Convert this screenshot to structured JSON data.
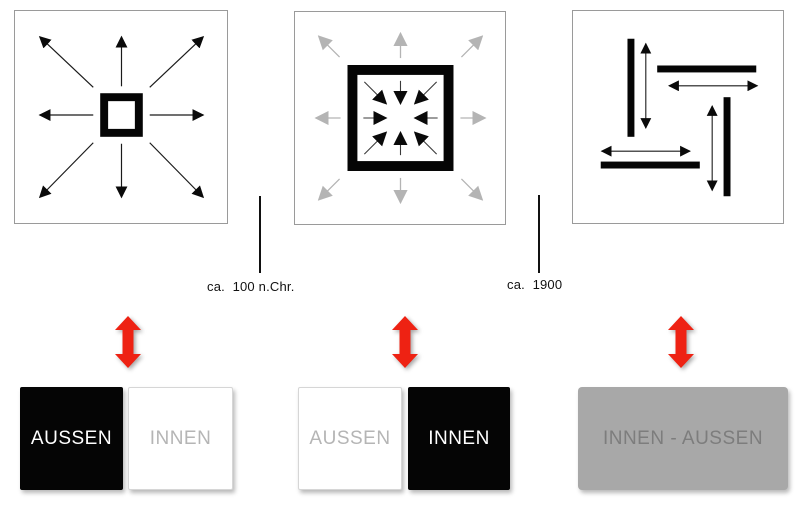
{
  "colors": {
    "red": "#ee2213",
    "black": "#000000",
    "gray-arrow": "#b4b4b4",
    "panel-border": "#9a9a9a",
    "gray-box": "#a8a8a8",
    "gray-box-text": "#7d7d7d",
    "light-gray-text": "#b5b5b5",
    "white-box-border": "#d6d6d6"
  },
  "icons": {
    "panel1": "arrows-radiating-outward-icon",
    "panel2": "arrows-converging-inward-icon",
    "panel3": "pinwheel-bars-double-arrows-icon",
    "red_arrow": "red-vertical-double-arrow-icon"
  },
  "timeline": {
    "markers": [
      {
        "label": "ca.  100 n.Chr."
      },
      {
        "label": "ca.  1900"
      }
    ]
  },
  "bottom": {
    "groups": [
      {
        "boxes": [
          {
            "label": "AUSSEN",
            "variant": "black"
          },
          {
            "label": "INNEN",
            "variant": "white"
          }
        ]
      },
      {
        "boxes": [
          {
            "label": "AUSSEN",
            "variant": "white"
          },
          {
            "label": "INNEN",
            "variant": "black"
          }
        ]
      },
      {
        "boxes": [
          {
            "label": "INNEN - AUSSEN",
            "variant": "gray"
          }
        ]
      }
    ]
  }
}
